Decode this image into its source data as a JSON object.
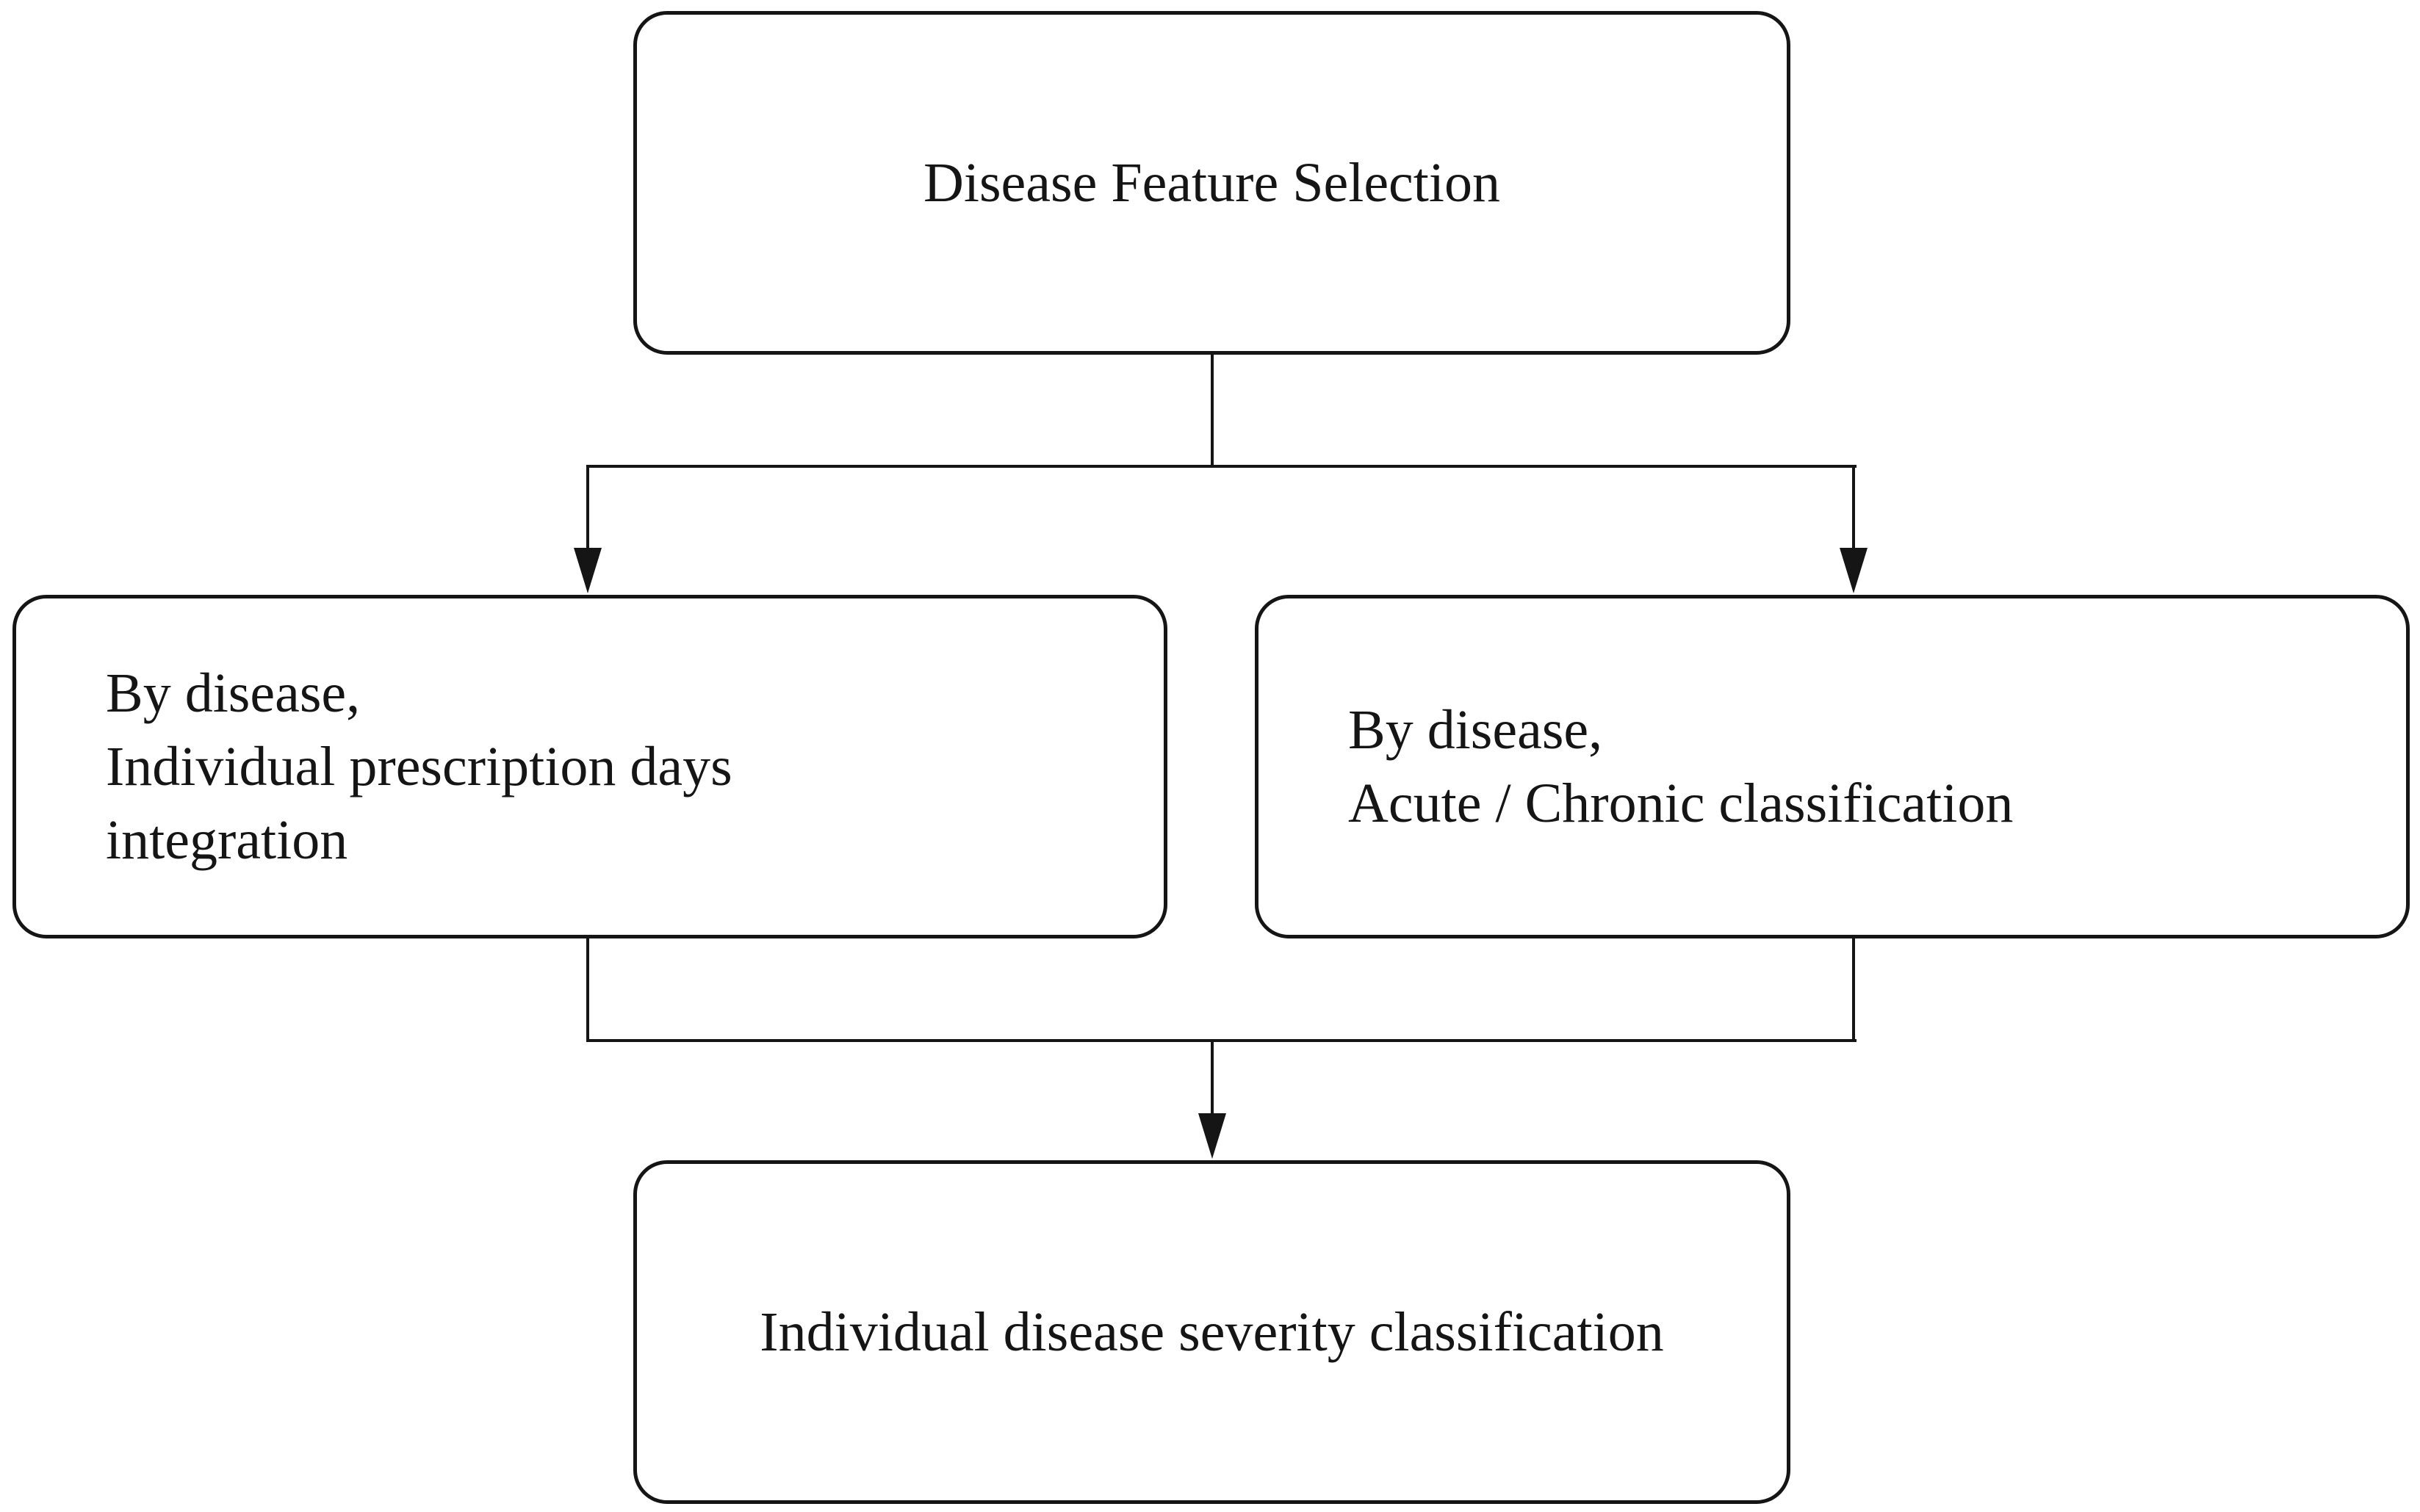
{
  "figure_type": "flowchart",
  "colors": {
    "stroke": "#151515",
    "text": "#151515",
    "node_background": "#ffffff",
    "page_background": "#ffffff"
  },
  "nodes": {
    "top": {
      "label": "Disease Feature Selection"
    },
    "left": {
      "lines": [
        "By disease,",
        "Individual prescription days",
        "integration"
      ]
    },
    "right": {
      "lines": [
        "By disease,",
        "Acute / Chronic classification"
      ]
    },
    "bottom": {
      "label": "Individual disease severity classification"
    }
  },
  "edges": [
    {
      "from": "Disease Feature Selection",
      "to": "By disease, Individual prescription days integration"
    },
    {
      "from": "Disease Feature Selection",
      "to": "By disease, Acute / Chronic classification"
    },
    {
      "from": "By disease, Individual prescription days integration",
      "to": "Individual disease severity classification"
    },
    {
      "from": "By disease, Acute / Chronic classification",
      "to": "Individual disease severity classification"
    }
  ]
}
